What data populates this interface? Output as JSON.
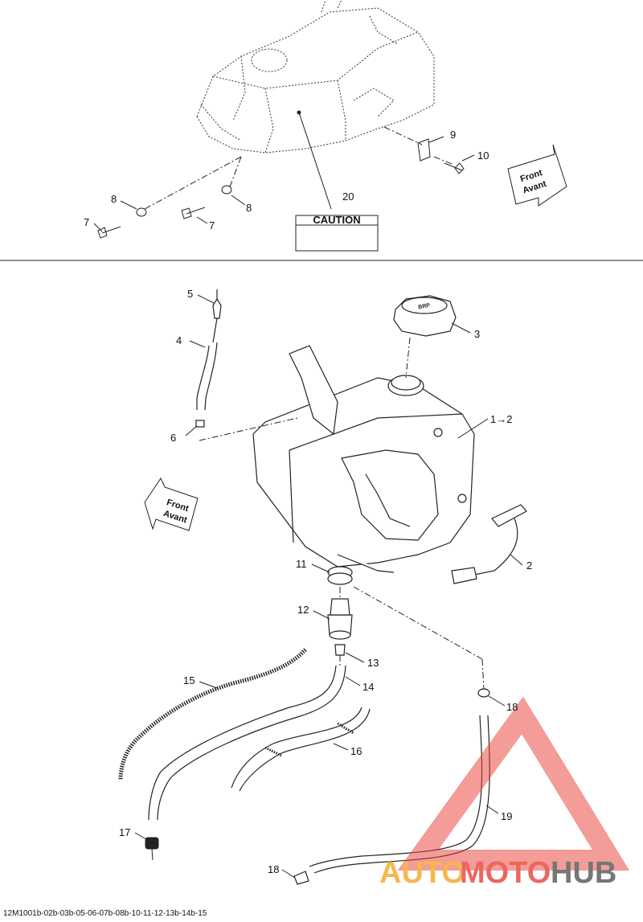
{
  "callouts": {
    "c1_2": "1→2",
    "c2": "2",
    "c3": "3",
    "c4": "4",
    "c5": "5",
    "c6": "6",
    "c7a": "7",
    "c7b": "7",
    "c8a": "8",
    "c8b": "8",
    "c9": "9",
    "c10": "10",
    "c11": "11",
    "c12": "12",
    "c13": "13",
    "c14": "14",
    "c15": "15",
    "c16": "16",
    "c17": "17",
    "c18a": "18",
    "c18b": "18",
    "c19": "19",
    "c20": "20"
  },
  "caution_label": "CAUTION",
  "direction_arrows": {
    "top": {
      "line1": "Front",
      "line2": "Avant"
    },
    "bottom": {
      "line1": "Front",
      "line2": "Avant"
    }
  },
  "watermark": {
    "part1": "AUTO",
    "part2": "MOTO",
    "part3": "HUB"
  },
  "drawing_code": "12M1001b-02b-03b-05-06-07b-08b-10-11-12-13b-14b-15",
  "colors": {
    "line": "#222222",
    "watermark_red": "#e8413a",
    "watermark_orange": "#f4a623",
    "watermark_gray": "#555555"
  }
}
